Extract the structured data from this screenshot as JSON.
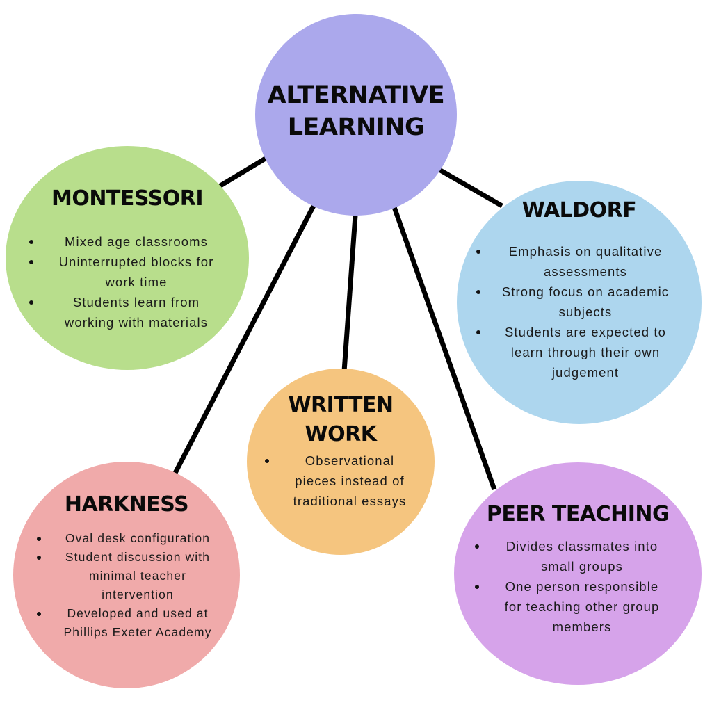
{
  "diagram": {
    "type": "mind-map",
    "center": {
      "title_line1": "ALTERNATIVE",
      "title_line2": "LEARNING",
      "color": "#ABA8EC"
    },
    "branches": [
      {
        "id": "montessori",
        "title": "MONTESSORI",
        "color": "#B8DE8C",
        "bullets": [
          "Mixed age classrooms",
          "Uninterrupted blocks for work time",
          "Students learn from working with materials"
        ]
      },
      {
        "id": "waldorf",
        "title": "WALDORF",
        "color": "#ADD6EE",
        "bullets": [
          "Emphasis on qualitative assessments",
          "Strong focus on academic subjects",
          "Students are expected to learn through their own judgement"
        ]
      },
      {
        "id": "written-work",
        "title_line1": "WRITTEN",
        "title_line2": "WORK",
        "color": "#F5C57F",
        "bullets": [
          "Observational pieces instead of traditional essays"
        ]
      },
      {
        "id": "harkness",
        "title": "HARKNESS",
        "color": "#F0AAAA",
        "bullets": [
          "Oval desk configuration",
          "Student discussion with minimal teacher intervention",
          "Developed and used at Phillips Exeter Academy"
        ]
      },
      {
        "id": "peer-teaching",
        "title": "PEER TEACHING",
        "color": "#D6A3EA",
        "bullets": [
          "Divides classmates into small groups",
          "One person responsible for teaching other group members"
        ]
      }
    ],
    "bullet_lines": {
      "montessori": [
        [
          "Mixed age classrooms"
        ],
        [
          "Uninterrupted blocks for",
          "work time"
        ],
        [
          "Students learn from",
          "working with materials"
        ]
      ],
      "waldorf": [
        [
          "Emphasis on qualitative",
          "assessments"
        ],
        [
          "Strong focus on academic",
          "subjects"
        ],
        [
          "Students are expected to",
          "learn through their own",
          "judgement"
        ]
      ],
      "written_work": [
        [
          "Observational",
          "pieces instead of",
          "traditional essays"
        ]
      ],
      "harkness": [
        [
          "Oval desk configuration"
        ],
        [
          "Student discussion with",
          "minimal teacher",
          "intervention"
        ],
        [
          "Developed and used at",
          "Phillips Exeter Academy"
        ]
      ],
      "peer_teaching": [
        [
          "Divides classmates into",
          "small groups"
        ],
        [
          "One person responsible",
          "for teaching other group",
          "members"
        ]
      ]
    },
    "connector_color": "#000000"
  }
}
